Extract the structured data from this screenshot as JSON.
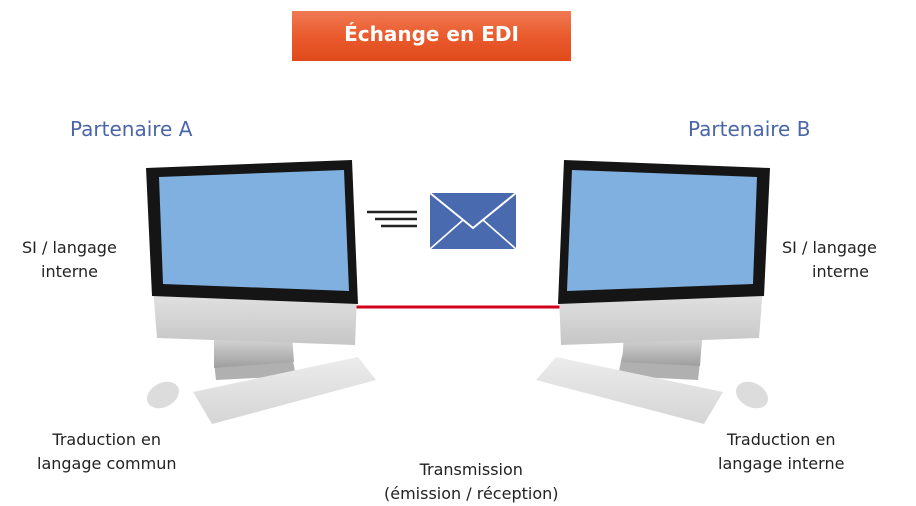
{
  "title": "Échange en EDI",
  "partner_a": {
    "name": "Partenaire A",
    "system_label_line1": "SI / langage",
    "system_label_line2": "interne",
    "translation_line1": "Traduction en",
    "translation_line2": "langage commun"
  },
  "partner_b": {
    "name": "Partenaire B",
    "system_label_line1": "SI / langage",
    "system_label_line2": "interne",
    "translation_line1": "Traduction en",
    "translation_line2": "langage interne"
  },
  "transmission": {
    "line1": "Transmission",
    "line2": "(émission / réception)"
  },
  "colors": {
    "banner": "#e9572a",
    "partner_name": "#4a66a8",
    "screen": "#7fb0e0",
    "link_line": "#d0021b",
    "envelope": "#4a6ab0"
  },
  "icons": [
    "computer-icon",
    "keyboard-icon",
    "mouse-icon",
    "envelope-icon",
    "speed-lines-icon"
  ]
}
